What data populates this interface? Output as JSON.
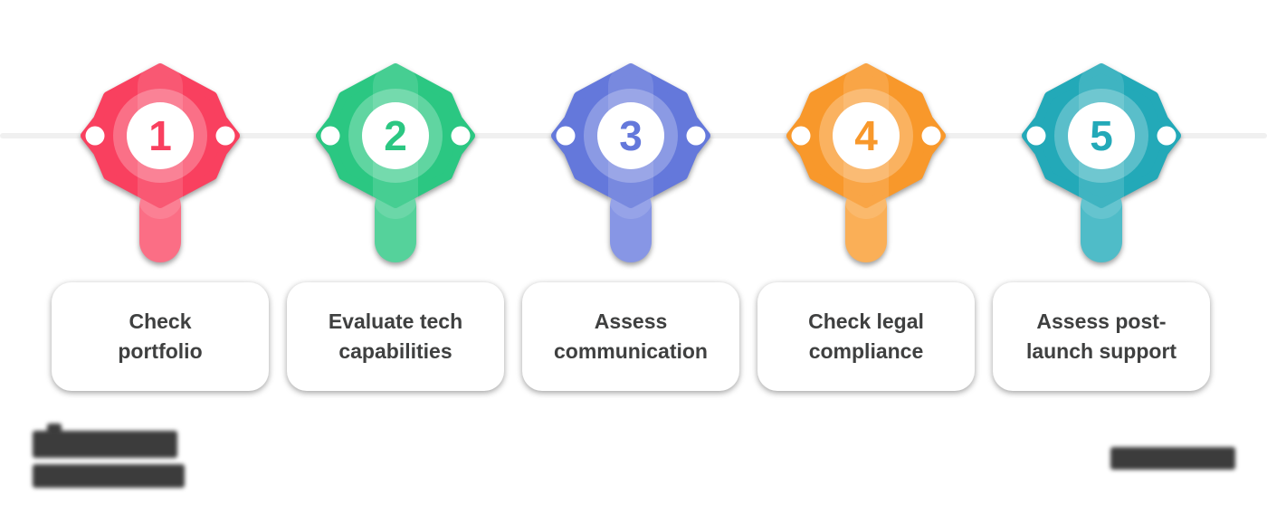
{
  "canvas": {
    "background": "#ffffff",
    "timeline_color": "#f0f0f0",
    "card_text_color": "#3f4040"
  },
  "steps": [
    {
      "number": "1",
      "label": "Check portfolio",
      "lines": [
        "Check",
        "portfolio"
      ],
      "color": "#f9405f",
      "color_light": "#fb6e85"
    },
    {
      "number": "2",
      "label": "Evaluate tech capabilities",
      "lines": [
        "Evaluate tech",
        "capabilities"
      ],
      "color": "#2bc782",
      "color_light": "#55d29b"
    },
    {
      "number": "3",
      "label": "Assess communication",
      "lines": [
        "Assess",
        "communication"
      ],
      "color": "#6478db",
      "color_light": "#8796e5"
    },
    {
      "number": "4",
      "label": "Check legal compliance",
      "lines": [
        "Check legal",
        "compliance"
      ],
      "color": "#f8982b",
      "color_light": "#faaf57"
    },
    {
      "number": "5",
      "label": "Assess post-launch support",
      "lines": [
        "Assess post-",
        "launch support"
      ],
      "color": "#23a9b8",
      "color_light": "#4fbcc8"
    }
  ]
}
